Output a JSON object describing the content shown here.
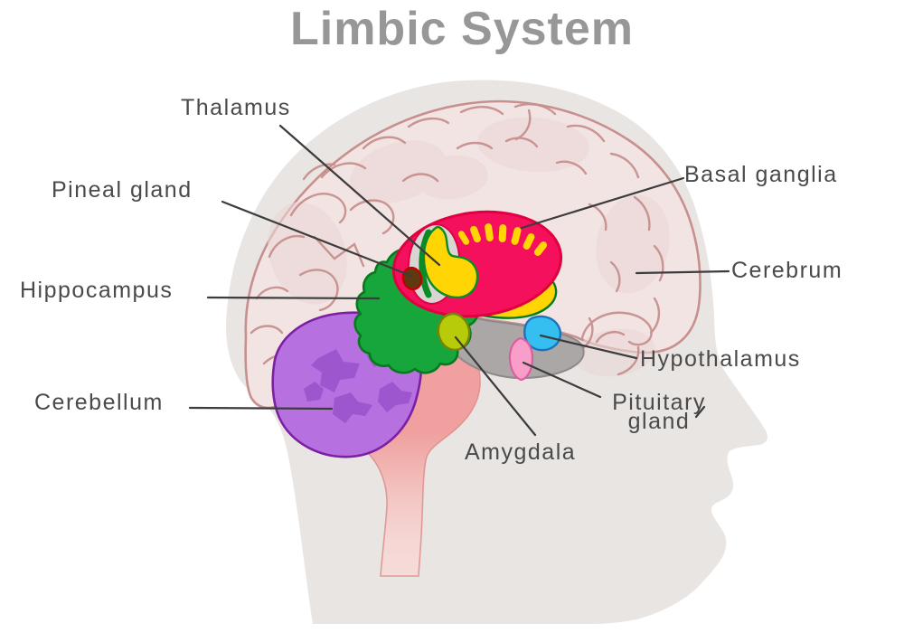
{
  "title": "Limbic System",
  "labels": {
    "thalamus": "Thalamus",
    "pineal": "Pineal gland",
    "hippocampus": "Hippocampus",
    "cerebellum": "Cerebellum",
    "basal_ganglia": "Basal ganglia",
    "cerebrum": "Cerebrum",
    "hypothalamus": "Hypothalamus",
    "pituitary_line1": "Pituitary",
    "pituitary_line2": "gland",
    "amygdala": "Amygdala"
  },
  "colors": {
    "title_text": "#979797",
    "label_text": "#4A4A4A",
    "leader_line": "#3C3C3C",
    "head_silhouette": "#E9E5E3",
    "brain_fill": "#F2E4E3",
    "brain_outline": "#C7908E",
    "gyri": "#C7908E",
    "limbic_ring_pink": "#F5105D",
    "ring_outline": "#E1003F",
    "thalamus_yellow": "#FFD503",
    "hole_gray": "#D9D5D4",
    "hippocampus_green": "#17A63B",
    "hippocampus_outline": "#077A1F",
    "cerebellum_purple": "#B670E0",
    "cerebellum_outline": "#7D1FA5",
    "cerebellum_pattern": "#9B54CC",
    "amygdala_olive": "#B7CB08",
    "amygdala_outline": "#77850A",
    "hypothalamus_cyan": "#35BFF0",
    "hypothalamus_outline": "#1B74BA",
    "pituitary_pink": "#F89EC8",
    "pituitary_outline": "#DB5F9E",
    "pineal_brown": "#5E3A10",
    "pineal_outline": "#C00000",
    "brainstem_gray": "#ACA7A7",
    "brainstem_gray_outline": "#8E8A8A",
    "pons_salmon": "#F0A09E",
    "pons_outline": "#DC8E8B"
  }
}
